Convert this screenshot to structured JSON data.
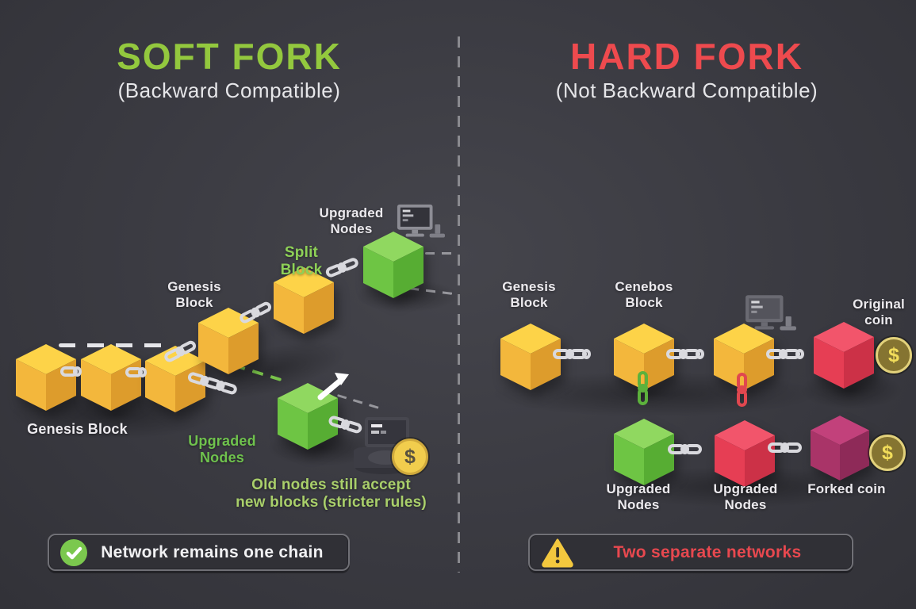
{
  "left_panel": {
    "title": "SOFT FORK",
    "subtitle": "(Backward Compatible)",
    "genesis_row": "Genesis Block",
    "genesis_upper": [
      "Genesis",
      "Block"
    ],
    "split_block": "Split Block",
    "upgraded_top": [
      "Upgraded",
      "Nodes"
    ],
    "upgraded_bottom": [
      "Upgraded",
      "Nodes"
    ],
    "note": [
      "Old nodes still accept",
      "new blocks (stricter rules)"
    ],
    "banner": {
      "icon": "check-icon",
      "text": "Network remains one chain"
    }
  },
  "right_panel": {
    "title": "HARD FORK",
    "subtitle": "(Not Backward Compatible)",
    "genesis": [
      "Genesis",
      "Block"
    ],
    "cenebos": [
      "Cenebos",
      "Block"
    ],
    "original_coin": [
      "Original",
      "coin"
    ],
    "upgraded_1": [
      "Upgraded",
      "Nodes"
    ],
    "upgraded_2": [
      "Upgraded",
      "Nodes"
    ],
    "forked_coin": "Forked coin",
    "banner": {
      "icon": "warning-icon",
      "text": "Two separate networks"
    }
  },
  "icons": {
    "dollar": "$"
  },
  "colors": {
    "soft_fork_green": "#93c83e",
    "hard_fork_red": "#ee4a4e",
    "block_yellow": "#f3b73c",
    "block_green": "#6ec544",
    "block_red": "#e63e54",
    "block_magenta": "#a93468",
    "chain_white": "#d9d9de",
    "chain_green": "#5cb13c",
    "chain_red": "#e0474f",
    "note_green": "#a9cf6a",
    "background": "#3a3a41"
  }
}
